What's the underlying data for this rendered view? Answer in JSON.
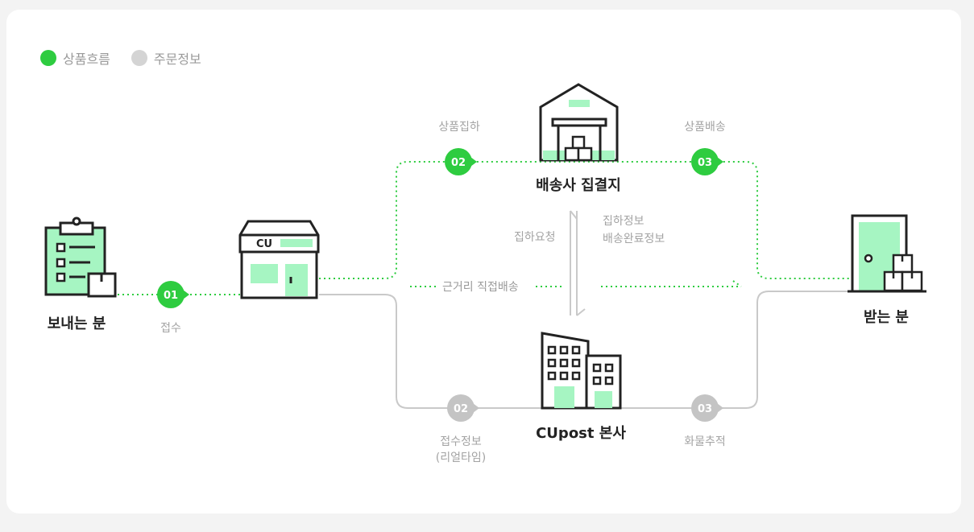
{
  "legend": {
    "product_flow": "상품흐름",
    "order_info": "주문정보"
  },
  "colors": {
    "green": "#2ecc40",
    "light_green": "#a6f5c2",
    "gray": "#c9c9c9",
    "dark": "#222222"
  },
  "nodes": {
    "sender": "보내는 분",
    "store_logo": "CU",
    "hub": "배송사 집결지",
    "hq": "CUpost 본사",
    "receiver": "받는 분"
  },
  "steps": {
    "s01": "01",
    "s01_label": "접수",
    "g02": "02",
    "g02_label": "상품집하",
    "g03": "03",
    "g03_label": "상품배송",
    "o02": "02",
    "o02_label_line1": "접수정보",
    "o02_label_line2": "(리얼타임)",
    "o03": "03",
    "o03_label": "화물추적"
  },
  "middle": {
    "pickup_request": "집하요청",
    "pickup_info": "집하정보",
    "delivery_complete": "배송완료정보",
    "short_distance": "근거리 직접배송"
  }
}
